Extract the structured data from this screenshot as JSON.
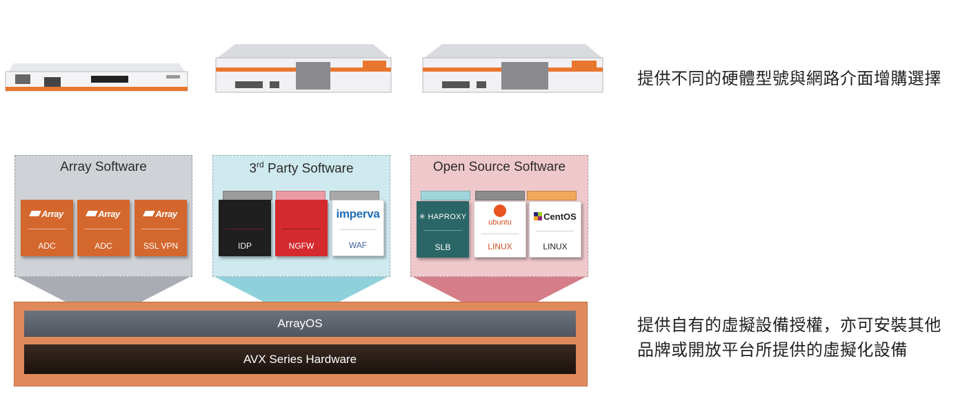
{
  "description_top": "提供不同的硬體型號與網路介面增購選擇",
  "description_bottom": [
    "提供自有的虛擬設備授權，亦可安裝其他",
    "品牌或開放平台所提供的虛擬化設備"
  ],
  "panels": {
    "array": {
      "title": "Array Software",
      "cards": [
        {
          "logo": "Array",
          "label": "ADC"
        },
        {
          "logo": "Array",
          "label": "ADC"
        },
        {
          "logo": "Array",
          "label": "SSL VPN"
        }
      ]
    },
    "third": {
      "title_main": "3",
      "title_sup": "rd",
      "title_rest": " Party Software",
      "cards": [
        {
          "label": "IDP"
        },
        {
          "label": "NGFW"
        },
        {
          "logo": "imperva",
          "label": "WAF"
        }
      ]
    },
    "open": {
      "title": "Open Source Software",
      "cards": [
        {
          "logo": "HAPROXY",
          "label": "SLB"
        },
        {
          "logo": "ubuntu",
          "label": "LINUX"
        },
        {
          "logo": "CentOS",
          "label": "LINUX"
        }
      ]
    }
  },
  "base": {
    "os_label": "ArrayOS",
    "hardware_label": "AVX Series Hardware"
  },
  "colors": {
    "orange": "#d4672e",
    "array_panel": "#cfd2d6",
    "third_panel": "#cfeaef",
    "open_panel": "#efc8cc",
    "base": "#e08a5c"
  }
}
